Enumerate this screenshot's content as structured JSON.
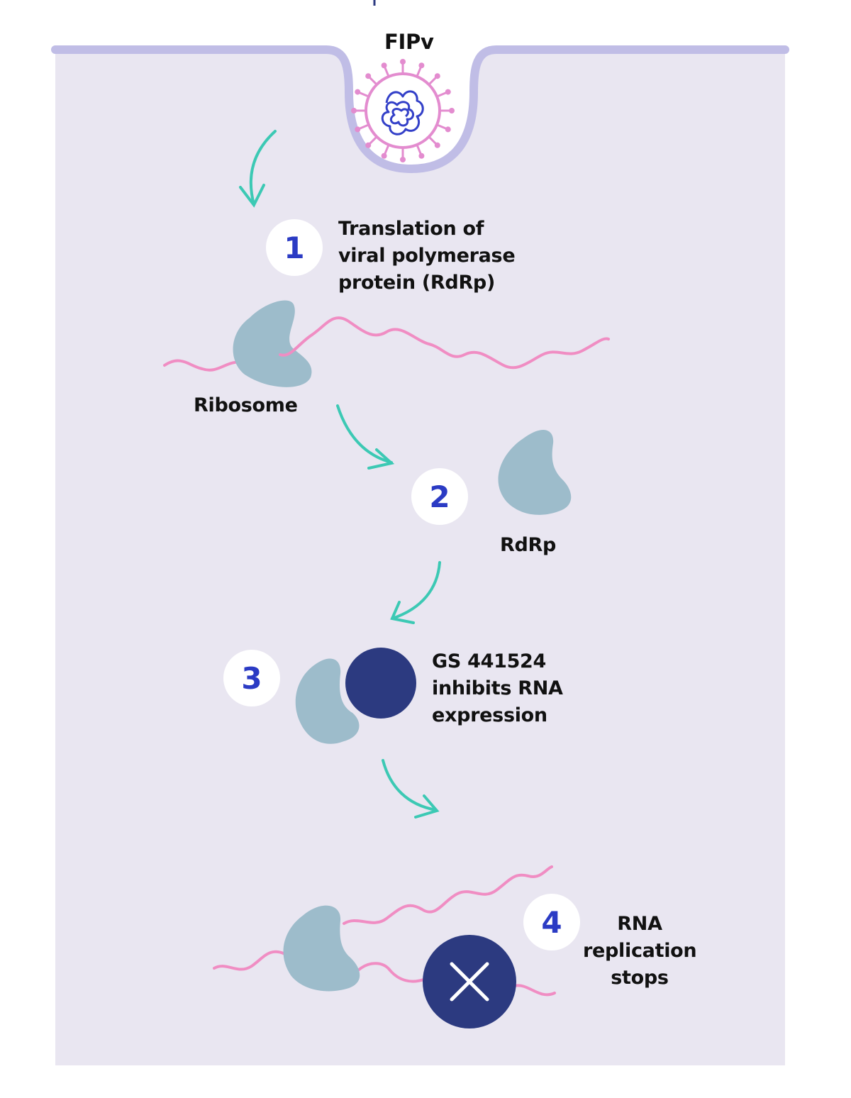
{
  "virus_label": "FIPv",
  "steps": [
    {
      "number": "1",
      "text": "Translation of\nviral polymerase\nprotein (RdRp)"
    },
    {
      "number": "2",
      "text": ""
    },
    {
      "number": "3",
      "text": "GS 441524\ninhibits RNA\nexpression"
    },
    {
      "number": "4",
      "text": "RNA\nreplication\nstops"
    }
  ],
  "ribosome_label": "Ribosome",
  "rdrp_label": "RdRp",
  "colors": {
    "cell_fill": "#e9e6f1",
    "membrane": "#c0bde6",
    "virus_spikes": "#e38ccf",
    "virus_rna": "#3340c8",
    "arrow": "#3cc9b4",
    "protein": "#9dbccb",
    "drug": "#2c3a80",
    "mrna": "#f08dc3",
    "step_number": "#2b3bc4"
  },
  "icons": [
    "virus-icon",
    "ribosome-icon",
    "rdrp-icon",
    "drug-icon",
    "blocked-x-icon"
  ]
}
